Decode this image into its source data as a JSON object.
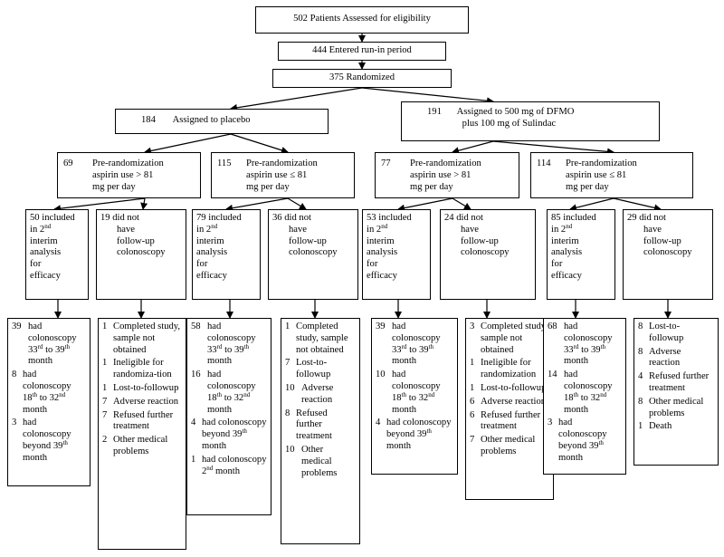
{
  "top": {
    "assessed": "502 Patients Assessed for eligibility",
    "runin": "444 Entered run-in period",
    "randomized": "375 Randomized"
  },
  "arms": {
    "placebo": {
      "n": "184",
      "label": "Assigned to placebo"
    },
    "treatment": {
      "n": "191",
      "label1": "Assigned to 500 mg of DFMO",
      "label2": "plus 100 mg of Sulindac"
    }
  },
  "strata": {
    "p_gt": {
      "n": "69",
      "l1": "Pre-randomization",
      "l2": "aspirin use > 81",
      "l3": "mg per day"
    },
    "p_le": {
      "n": "115",
      "l1": "Pre-randomization",
      "l2": "aspirin use ≤ 81",
      "l3": "mg per day"
    },
    "t_gt": {
      "n": "77",
      "l1": "Pre-randomization",
      "l2": "aspirin use > 81",
      "l3": "mg per day"
    },
    "t_le": {
      "n": "114",
      "l1": "Pre-randomization",
      "l2": "aspirin use ≤ 81",
      "l3": "mg per day"
    }
  },
  "included": {
    "a": {
      "n": "50",
      "w": "included",
      "b": "in 2",
      "sup": "nd",
      "c": "interim",
      "d": "analysis",
      "e": "for",
      "f": "efficacy"
    },
    "c": {
      "n": "79",
      "w": "included",
      "b": "in 2",
      "sup": "nd",
      "c": "interim",
      "d": "analysis",
      "e": "for",
      "f": "efficacy"
    },
    "e": {
      "n": "53",
      "w": "included",
      "b": "in 2",
      "sup": "nd",
      "c": "interim",
      "d": "analysis",
      "e": "for",
      "f": "efficacy"
    },
    "g": {
      "n": "85",
      "w": "included",
      "b": "in 2",
      "sup": "nd",
      "c": "interim",
      "d": "analysis",
      "e": "for",
      "f": "efficacy"
    }
  },
  "nofollow": {
    "b": {
      "n": "19",
      "l1": "did not",
      "l2": "have",
      "l3": "follow-up",
      "l4": "colonoscopy"
    },
    "d": {
      "n": "36",
      "l1": "did not",
      "l2": "have",
      "l3": "follow-up",
      "l4": "colonoscopy"
    },
    "f": {
      "n": "24",
      "l1": "did not",
      "l2": "have",
      "l3": "follow-up",
      "l4": "colonoscopy"
    },
    "h": {
      "n": "29",
      "l1": "did not",
      "l2": "have",
      "l3": "follow-up",
      "l4": "colonoscopy"
    }
  },
  "outcomes": {
    "a": [
      {
        "n": "39",
        "t": "had colonoscopy 33rd to 39th month"
      },
      {
        "n": "8",
        "t": "had colonoscopy 18th to 32nd month"
      },
      {
        "n": "3",
        "t": "had colonoscopy beyond 39th month"
      }
    ],
    "b": [
      {
        "n": "1",
        "t": "Completed study, sample not obtained"
      },
      {
        "n": "1",
        "t": "Ineligible for randomiza-tion"
      },
      {
        "n": "1",
        "t": "Lost-to-followup"
      },
      {
        "n": "7",
        "t": "Adverse reaction"
      },
      {
        "n": "7",
        "t": "Refused further treatment"
      },
      {
        "n": "2",
        "t": "Other medical problems"
      }
    ],
    "c": [
      {
        "n": "58",
        "t": "had colonoscopy 33rd to 39th month"
      },
      {
        "n": "16",
        "t": "had colonoscopy 18th to 32nd month"
      },
      {
        "n": "4",
        "t": "had colonoscopy beyond 39th month"
      },
      {
        "n": "1",
        "t": "had colonoscopy 2nd month"
      }
    ],
    "d": [
      {
        "n": "1",
        "t": "Completed study, sample not obtained"
      },
      {
        "n": "7",
        "t": "Lost-to-followup"
      },
      {
        "n": "10",
        "t": "Adverse reaction"
      },
      {
        "n": "8",
        "t": "Refused further treatment"
      },
      {
        "n": "10",
        "t": "Other medical problems"
      }
    ],
    "e": [
      {
        "n": "39",
        "t": "had colonoscopy 33rd to 39th month"
      },
      {
        "n": "10",
        "t": "had colonoscopy 18th to 32nd month"
      },
      {
        "n": "4",
        "t": "had colonoscopy beyond 39th month"
      }
    ],
    "f": [
      {
        "n": "3",
        "t": "Completed study, sample not obtained"
      },
      {
        "n": "1",
        "t": "Ineligible for randomization"
      },
      {
        "n": "1",
        "t": "Lost-to-followup"
      },
      {
        "n": "6",
        "t": "Adverse reaction"
      },
      {
        "n": "6",
        "t": "Refused further treatment"
      },
      {
        "n": "7",
        "t": "Other medical problems"
      }
    ],
    "g": [
      {
        "n": "68",
        "t": "had colonoscopy 33rd to 39th month"
      },
      {
        "n": "14",
        "t": "had colonoscopy 18th to 32nd month"
      },
      {
        "n": "3",
        "t": "had colonoscopy beyond 39th month"
      }
    ],
    "h": [
      {
        "n": "8",
        "t": "Lost-to-followup"
      },
      {
        "n": "8",
        "t": "Adverse reaction"
      },
      {
        "n": "4",
        "t": "Refused further treatment"
      },
      {
        "n": "8",
        "t": "Other medical problems"
      },
      {
        "n": "1",
        "t": "Death"
      }
    ]
  }
}
